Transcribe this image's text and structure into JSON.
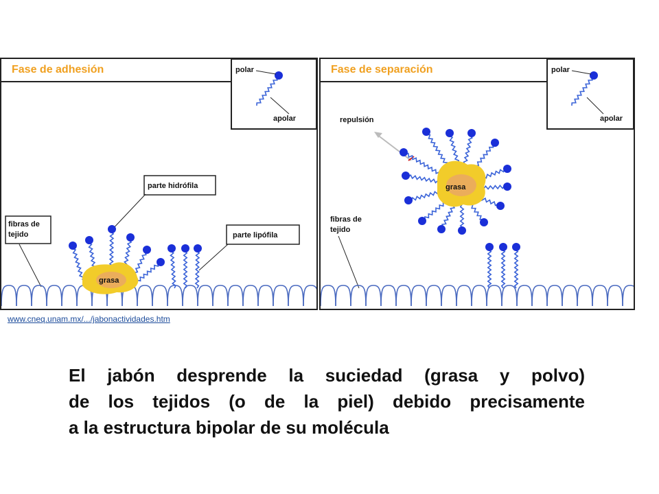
{
  "colors": {
    "title_orange": "#f0a020",
    "molecule_head": "#1a2fd8",
    "molecule_tail": "#3a63d8",
    "grease": "#f2cc2a",
    "grease_inner": "#e8a070",
    "fiber": "#4a6ac0",
    "link": "#1a4a9a"
  },
  "panel_left": {
    "title": "Fase de adhesión",
    "inset_polar": "polar",
    "inset_apolar": "apolar",
    "label_hydrophilic": "parte hidrófila",
    "label_lipophilic": "parte lipófila",
    "label_fibers_1": "fibras de",
    "label_fibers_2": "tejido",
    "grease_label": "grasa"
  },
  "panel_right": {
    "title": "Fase de separación",
    "inset_polar": "polar",
    "inset_apolar": "apolar",
    "label_repulsion": "repulsión",
    "label_fibers_1": "fibras de",
    "label_fibers_2": "tejido",
    "grease_label": "grasa"
  },
  "source_link": "www.cneq.unam.mx/.../jabonactividades.htm",
  "caption": {
    "line1": "El jabón desprende la suciedad (grasa y polvo)",
    "line2": "de los tejidos (o de la piel) debido precisamente",
    "line3": "a la estructura bipolar de su molécula"
  }
}
